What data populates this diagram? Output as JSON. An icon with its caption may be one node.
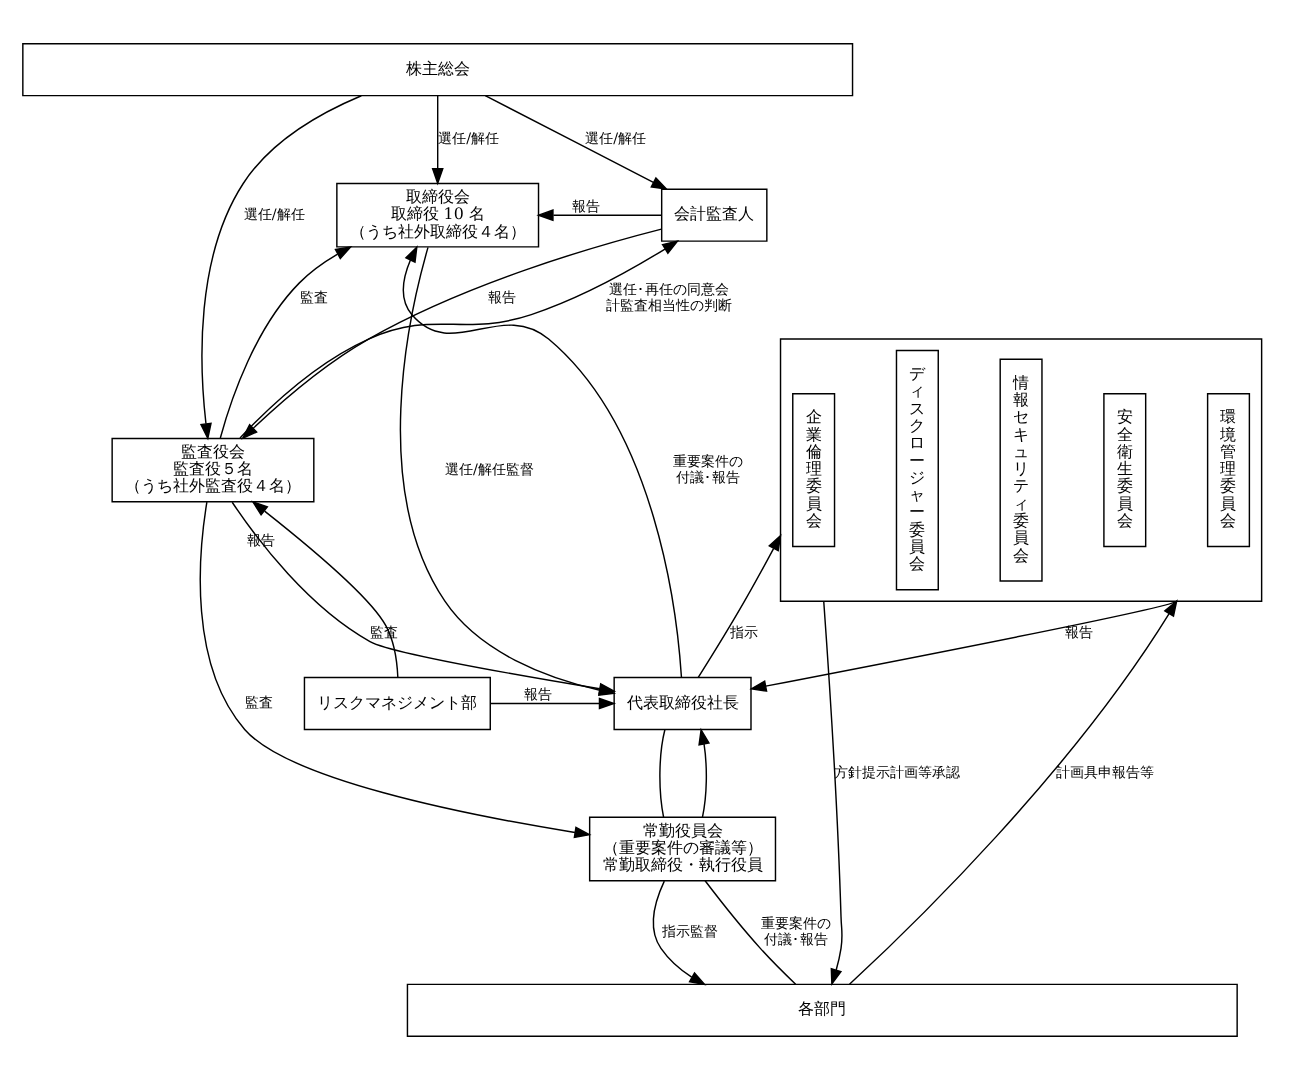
{
  "diagram": {
    "nodes": [
      {
        "text": [
          "株主総会"
        ]
      },
      {
        "text": [
          "取締役会",
          "取締役 10 名",
          "（うち社外取締役４名）"
        ]
      },
      {
        "text": [
          "監査役会",
          "監査役５名",
          "（うち社外監査役４名）"
        ]
      },
      {
        "text": [
          "会計監査人"
        ]
      },
      {
        "text": [
          "代表取締役社長"
        ]
      },
      {
        "text": [
          "リスクマネジメント部"
        ]
      },
      {
        "text": [],
        "shape": "box"
      },
      {
        "text": [
          "環境管理委員会"
        ],
        "in": 6
      },
      {
        "text": [
          "安全衛生委員会"
        ],
        "in": 6
      },
      {
        "text": [
          "情報セキュリティ委員会"
        ],
        "in": 6
      },
      {
        "text": [
          "ディスクロージャー委員会"
        ],
        "in": 6
      },
      {
        "text": [
          "企業倫理委員会"
        ],
        "in": 6
      },
      {
        "text": [
          "常勤役員会",
          "（重要案件の審議等）",
          "常勤取締役・執行役員"
        ]
      },
      {
        "text": [
          "各部門"
        ]
      }
    ],
    "edges": [
      {
        "from": 0,
        "to": 1,
        "arrow": "to",
        "label": "選任/解任"
      },
      {
        "from": 0,
        "to": 2,
        "arrow": "to",
        "label": "選任/解任"
      },
      {
        "from": 0,
        "to": 3,
        "arrow": "to",
        "label": "選任/解任"
      },
      {
        "from": 3,
        "to": 1,
        "arrow": "to",
        "label": "報告"
      },
      {
        "from": 3,
        "to": 2,
        "arrow": "to",
        "label": "報告"
      },
      {
        "from": 2,
        "to": 3,
        "arrow": "to",
        "label": "選任･再任の同意会計監査相当性の判断"
      },
      {
        "from": 2,
        "to": 1,
        "arrow": "to",
        "label": "監査"
      },
      {
        "from": 4,
        "to": 1,
        "arrow": "to",
        "label": "重要案件の付議･報告"
      },
      {
        "from": 1,
        "to": 4,
        "arrow": "to",
        "label": "選任/解任監督"
      },
      {
        "from": 2,
        "to": 4,
        "arrow": "to",
        "label": "監査"
      },
      {
        "from": 2,
        "to": 12,
        "arrow": "to",
        "label": "監査"
      },
      {
        "from": 5,
        "to": 2,
        "arrow": "to",
        "label": "報告"
      },
      {
        "from": 5,
        "to": 4,
        "arrow": "to",
        "label": "報告"
      },
      {
        "from": 6,
        "to": 4,
        "arrow": "to",
        "label": "報告"
      },
      {
        "from": 4,
        "to": 6,
        "arrow": "to",
        "label": "指示"
      },
      {
        "from": 12,
        "to": 4,
        "arrow": "to"
      },
      {
        "from": 4,
        "to": 12,
        "arrow": "none"
      },
      {
        "from": 13,
        "to": 12,
        "arrow": "none",
        "label": "重要案件の付議･報告"
      },
      {
        "from": 12,
        "to": 13,
        "arrow": "to",
        "label": "指示監督"
      },
      {
        "from": 13,
        "to": 6,
        "arrow": "to",
        "label": "計画具申報告等"
      },
      {
        "from": 6,
        "to": 13,
        "arrow": "to",
        "label": "方針提示計画等承認"
      }
    ]
  }
}
